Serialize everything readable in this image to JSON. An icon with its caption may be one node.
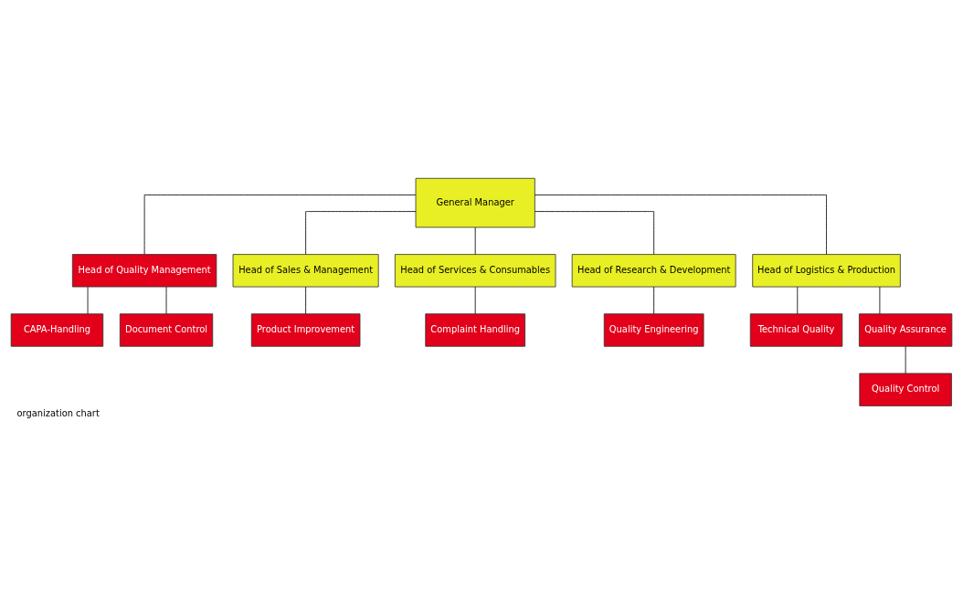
{
  "diagram": {
    "caption": "organization chart",
    "nodes": [
      {
        "text": [
          "General Manager"
        ]
      },
      {
        "text": [
          "Head of Quality Management"
        ]
      },
      {
        "text": [
          "Head of Sales & Management"
        ]
      },
      {
        "text": [
          "Head of Services & Consumables"
        ]
      },
      {
        "text": [
          "Head of Research & Development"
        ]
      },
      {
        "text": [
          "Head of Logistics & Production"
        ]
      },
      {
        "text": [
          "Product Improvement"
        ]
      },
      {
        "text": [
          "Complaint Handling"
        ]
      },
      {
        "text": [
          "Quality Engineering"
        ]
      },
      {
        "text": [
          "Technical Quality"
        ]
      },
      {
        "text": [
          "Quality Assurance"
        ]
      },
      {
        "text": [
          "Quality Control"
        ]
      },
      {
        "text": [
          "CAPA-Handling"
        ]
      },
      {
        "text": [
          "Document Control"
        ]
      }
    ],
    "edges": [
      {
        "from": 0,
        "to": 1,
        "arrow": "none"
      },
      {
        "from": 0,
        "to": 2,
        "arrow": "none"
      },
      {
        "from": 0,
        "to": 3,
        "arrow": "none"
      },
      {
        "from": 0,
        "to": 4,
        "arrow": "none"
      },
      {
        "from": 0,
        "to": 5,
        "arrow": "none"
      },
      {
        "from": 2,
        "to": 6,
        "arrow": "none"
      },
      {
        "from": 3,
        "to": 7,
        "arrow": "none"
      },
      {
        "from": 4,
        "to": 8,
        "arrow": "none"
      },
      {
        "from": 5,
        "to": 9,
        "arrow": "none"
      },
      {
        "from": 5,
        "to": 10,
        "arrow": "none"
      },
      {
        "from": 10,
        "to": 11,
        "arrow": "none"
      },
      {
        "from": 1,
        "to": 12,
        "arrow": "none"
      },
      {
        "from": 1,
        "to": 13,
        "arrow": "none"
      }
    ]
  }
}
